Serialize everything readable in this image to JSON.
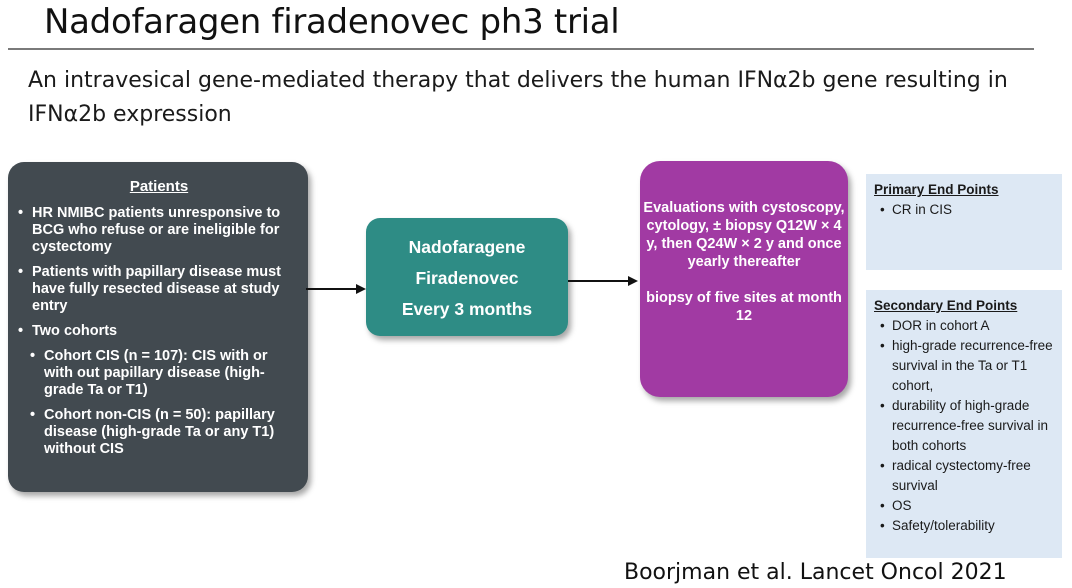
{
  "title": "Nadofaragen firadenovec ph3 trial",
  "subtitle": "An intravesical gene-mediated therapy that delivers the human IFNα2b gene resulting in IFNα2b expression",
  "patients": {
    "heading": "Patients",
    "items": [
      "HR NMIBC patients unresponsive to BCG who refuse or are ineligible for cystectomy",
      "Patients with papillary disease must have fully resected disease at study entry",
      "Two cohorts"
    ],
    "subitems": [
      "Cohort CIS (n = 107): CIS with or with out papillary disease (high-grade Ta or T1)",
      "Cohort non-CIS (n = 50): papillary disease (high-grade Ta or  any T1) without CIS"
    ]
  },
  "treatment": {
    "line1": "Nadofaragene",
    "line2": "Firadenovec",
    "line3": "Every 3 months"
  },
  "evaluations": {
    "text1": "Evaluations with cystoscopy, cytology, ± biopsy Q12W × 4 y, then Q24W × 2 y and once yearly thereafter",
    "text2": "biopsy of five sites at month 12"
  },
  "primary_endpoints": {
    "heading": "Primary End Points",
    "items": [
      "CR in CIS"
    ]
  },
  "secondary_endpoints": {
    "heading": "Secondary End Points",
    "items": [
      "DOR in cohort A",
      "high-grade recurrence-free survival in the Ta or T1 cohort,",
      "durability of high-grade recurrence-free survival in both cohorts",
      "radical cystectomy-free survival",
      "OS",
      "Safety/tolerability"
    ]
  },
  "citation": "Boorjman  et al. Lancet Oncol 2021",
  "colors": {
    "patients_box": "#424a50",
    "treatment_box": "#2e8c85",
    "evaluation_box": "#a13aa3",
    "endpoint_box": "#dde8f4"
  }
}
